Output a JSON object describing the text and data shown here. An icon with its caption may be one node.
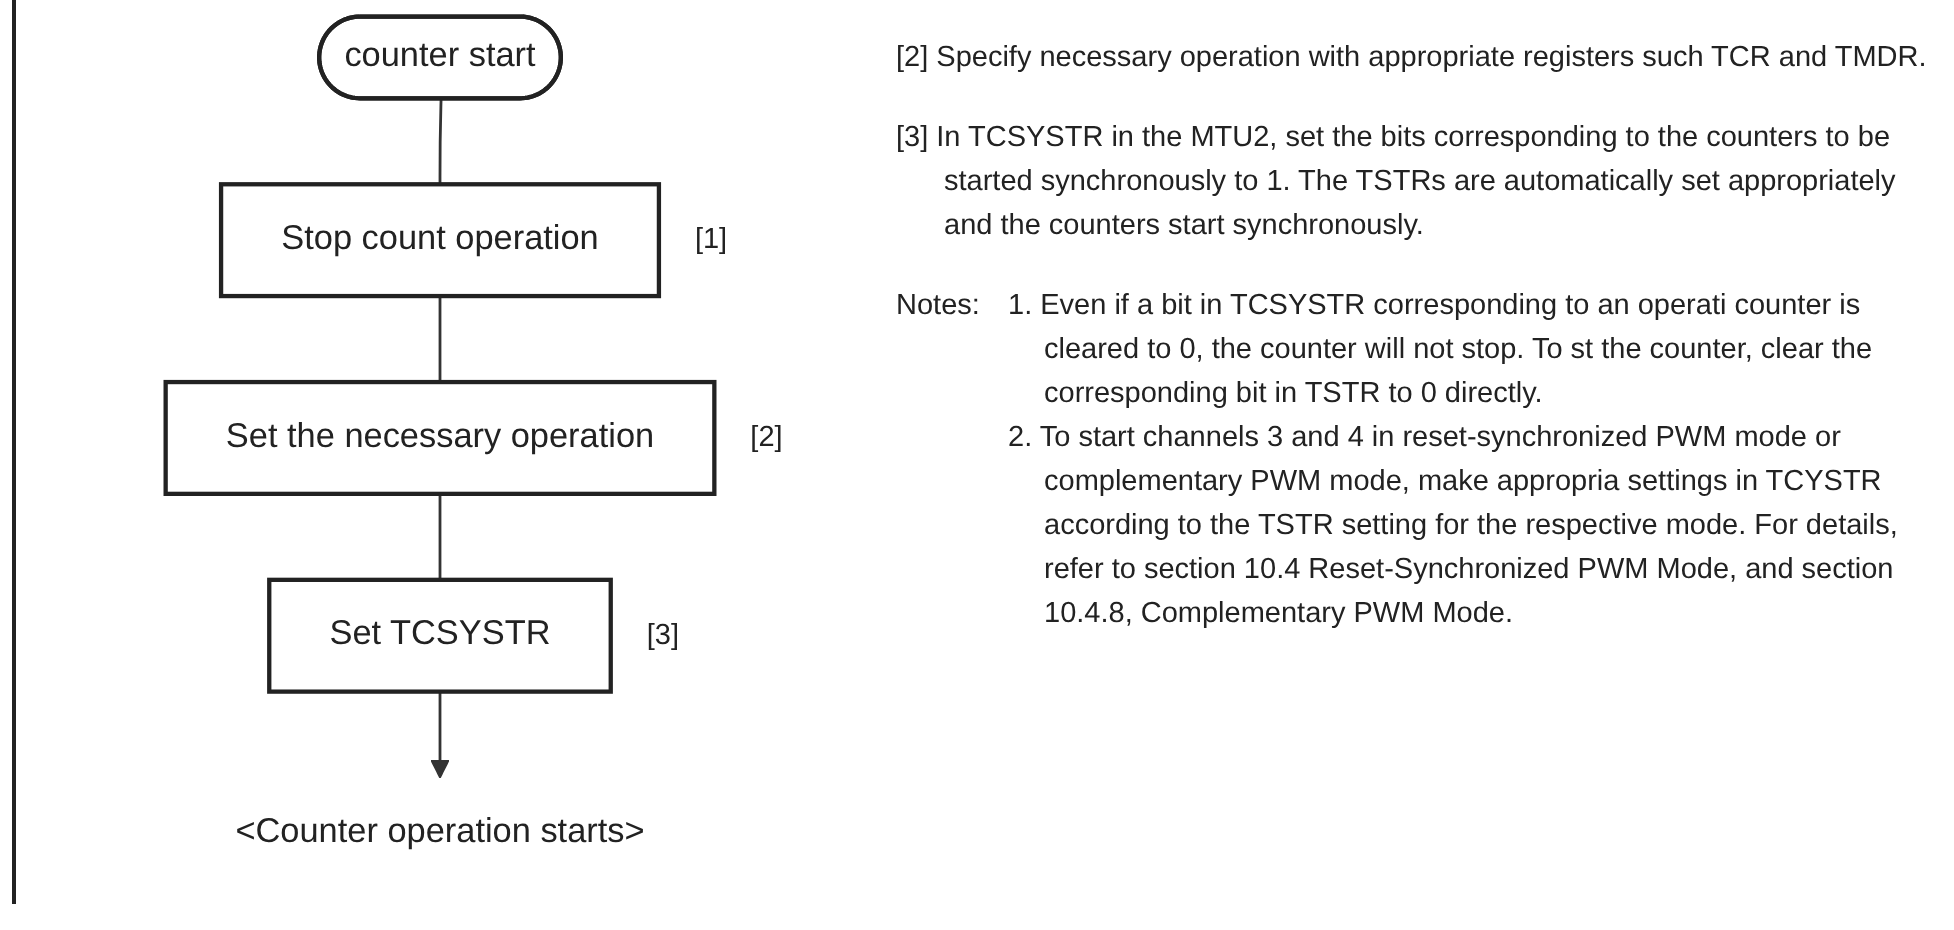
{
  "diagram": {
    "nodes": [
      {
        "text": [
          "counter start"
        ]
      },
      {
        "text": [
          "Stop count operation"
        ],
        "beside": [
          "[1]"
        ]
      },
      {
        "text": [
          "Set the necessary operation"
        ],
        "beside": [
          "[2]"
        ]
      },
      {
        "text": [
          "Set TCSYSTR"
        ],
        "beside": [
          "[3]"
        ]
      },
      {
        "text": [
          "<Counter operation starts>"
        ]
      }
    ],
    "edges": [
      {
        "from": 0,
        "to": 1,
        "arrow": "none"
      },
      {
        "from": 1,
        "to": 2,
        "arrow": "none"
      },
      {
        "from": 2,
        "to": 3,
        "arrow": "none"
      },
      {
        "from": 3,
        "to": 4,
        "arrow": "to"
      }
    ],
    "labels": [
      "[2] Specify necessary operation with appropriate registers such TCR and TMDR.",
      "[3] In TCSYSTR in the MTU2, set the bits corresponding to the counters to be started synchronously to 1. The TSTRs are automatically set appropriately and the counters start synchronously.",
      "Notes:",
      "1. Even if a bit in TCSYSTR corresponding to an operati counter is cleared to 0, the counter will not stop. To st the counter, clear the corresponding bit in TSTR to 0 directly.",
      "2. To start channels 3 and 4 in reset-synchronized PWM mode or complementary PWM mode, make appropria settings in TCYSTR according to the TSTR setting for the respective mode. For details, refer to section 10.4 Reset-Synchronized PWM Mode, and section 10.4.8, Complementary PWM Mode."
    ]
  }
}
